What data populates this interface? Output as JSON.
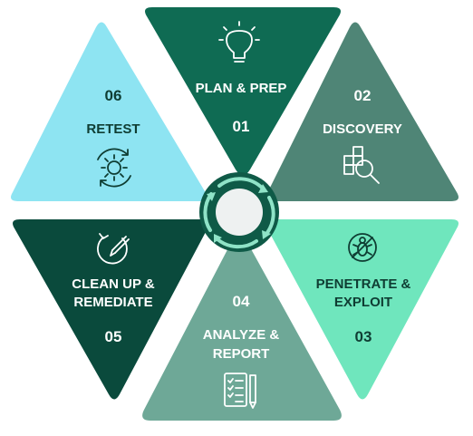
{
  "steps": [
    {
      "number": "01",
      "title_lines": [
        "PLAN & PREP"
      ],
      "icon": "lightbulb-icon",
      "color": "#0f6b53"
    },
    {
      "number": "02",
      "title_lines": [
        "DISCOVERY"
      ],
      "icon": "puzzle-magnifier-icon",
      "color": "#4f8576"
    },
    {
      "number": "03",
      "title_lines": [
        "PENETRATE &",
        "EXPLOIT"
      ],
      "icon": "bug-blocked-icon",
      "color": "#6fe6bd"
    },
    {
      "number": "04",
      "title_lines": [
        "ANALYZE &",
        "REPORT"
      ],
      "icon": "checklist-pencil-icon",
      "color": "#6ea897"
    },
    {
      "number": "05",
      "title_lines": [
        "CLEAN UP &",
        "REMEDIATE"
      ],
      "icon": "refresh-pencil-icon",
      "color": "#0a4a3c"
    },
    {
      "number": "06",
      "title_lines": [
        "RETEST"
      ],
      "icon": "gear-cycle-icon",
      "color": "#8ee4f2"
    }
  ],
  "center": {
    "icon": "cycle-arrows-icon",
    "ring_color": "#0f5a47",
    "arrow_color": "#8fe3c7"
  },
  "colors": {
    "text_light": "#ffffff",
    "text_dark": "#0f3d33"
  }
}
